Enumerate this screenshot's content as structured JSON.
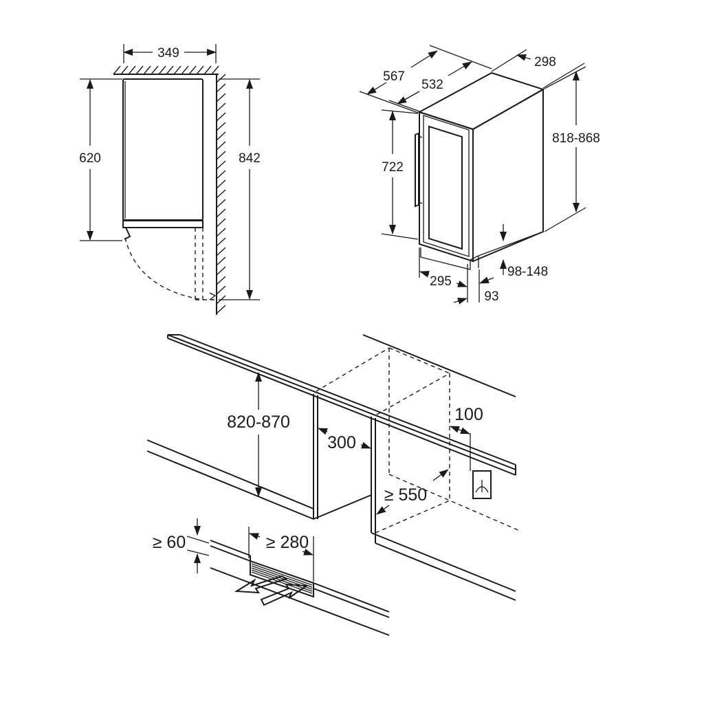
{
  "dimensions": {
    "side_view": {
      "width": "349",
      "height": "620",
      "total_height": "842"
    },
    "iso_view": {
      "depth_total": "567",
      "depth": "532",
      "width": "298",
      "height_range": "818-868",
      "door_height": "722",
      "plinth_range": "98-148",
      "door_width": "295",
      "offset": "93"
    },
    "installation": {
      "niche_height": "820-870",
      "depth": "300",
      "socket_offset": "100",
      "niche_depth": "≥ 550",
      "vent_height": "≥ 60",
      "vent_width": "≥ 280"
    }
  }
}
